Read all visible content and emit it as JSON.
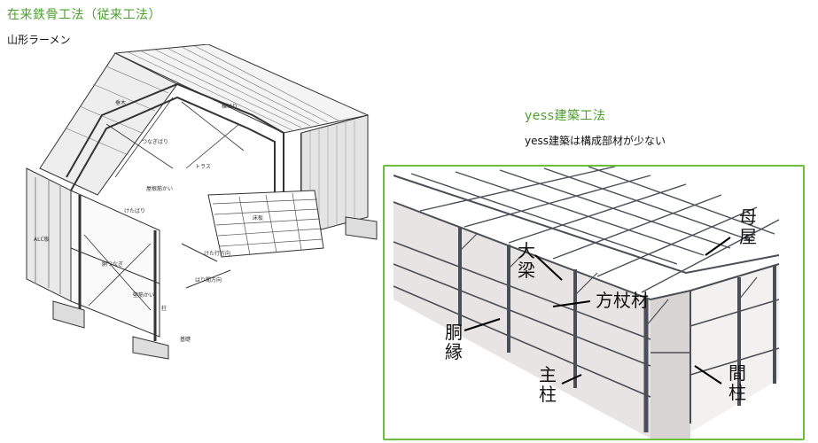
{
  "left": {
    "title": "在来鉄骨工法（従来工法）",
    "subtitle": "山形ラーメン",
    "labels": {
      "roof_purlin": "垂木",
      "ridge_beam": "棟はり",
      "tie_brace": "つなぎばり",
      "alc": "ALC板",
      "column": "柱",
      "foundation": "基礎",
      "girth": "胴つなぎ",
      "side_brace": "壁筋かい",
      "truss": "トラス",
      "eave_beam": "けたばり",
      "direction1": "けた行方向",
      "direction2": "はり間方向",
      "roof_brace": "屋根筋かい",
      "floor": "床板"
    }
  },
  "right": {
    "title": "yess建築工法",
    "subtitle": "yess建築は構成部材が少ない",
    "labels": {
      "purlin_1": "母",
      "purlin_2": "屋",
      "beam_1": "大",
      "beam_2": "梁",
      "square_member": "方杖材",
      "girth_1": "胴",
      "girth_2": "縁",
      "main_column_1": "主",
      "main_column_2": "柱",
      "stud_1": "間",
      "stud_2": "柱"
    }
  }
}
